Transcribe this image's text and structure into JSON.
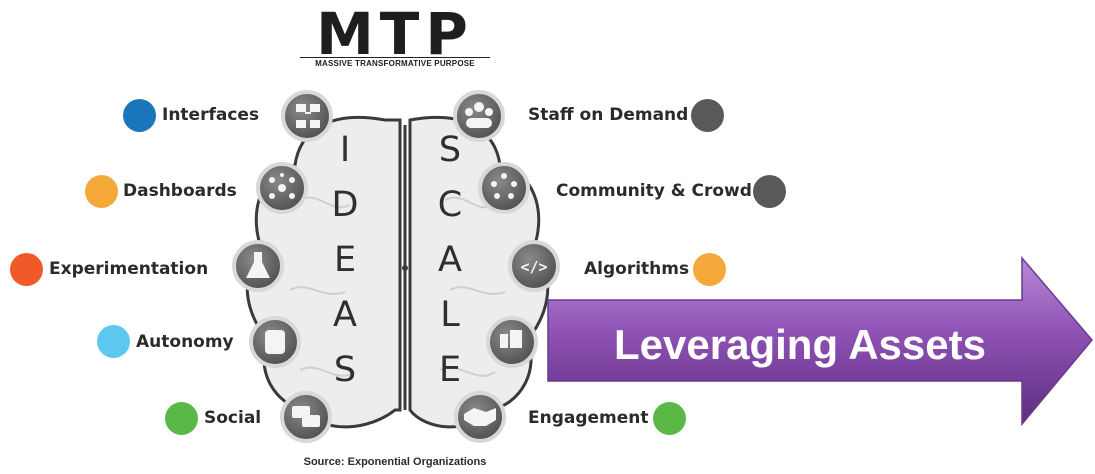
{
  "header": {
    "title": "MTP",
    "subtitle": "MASSIVE TRANSFORMATIVE PURPOSE"
  },
  "left_column": {
    "word": [
      "I",
      "D",
      "E",
      "A",
      "S"
    ],
    "items": [
      {
        "label": "Interfaces",
        "color": "#1b75bb",
        "icon": "flowchart-icon"
      },
      {
        "label": "Dashboards",
        "color": "#f4a83a",
        "icon": "dashboard-icon"
      },
      {
        "label": "Experimentation",
        "color": "#ef5a28",
        "icon": "flask-icon"
      },
      {
        "label": "Autonomy",
        "color": "#5cc8f0",
        "icon": "fist-icon"
      },
      {
        "label": "Social",
        "color": "#5ab946",
        "icon": "chat-bubbles-icon"
      }
    ]
  },
  "right_column": {
    "word": [
      "S",
      "C",
      "A",
      "L",
      "E"
    ],
    "items": [
      {
        "label": "Staff on Demand",
        "color": "#58595b",
        "icon": "people-group-icon"
      },
      {
        "label": "Community & Crowd",
        "color": "#58595b",
        "icon": "community-icon"
      },
      {
        "label": "Algorithms",
        "color": "#f4a83a",
        "icon": "code-icon"
      },
      {
        "label": "Leveraging Assets",
        "color": "#f4a83a",
        "icon": "rental-icon"
      },
      {
        "label": "Engagement",
        "color": "#5ab946",
        "icon": "handshake-icon"
      }
    ]
  },
  "arrow": {
    "label": "Leveraging Assets",
    "color": "#8e52b4"
  },
  "footer": {
    "source": "Source: Exponential Organizations"
  }
}
